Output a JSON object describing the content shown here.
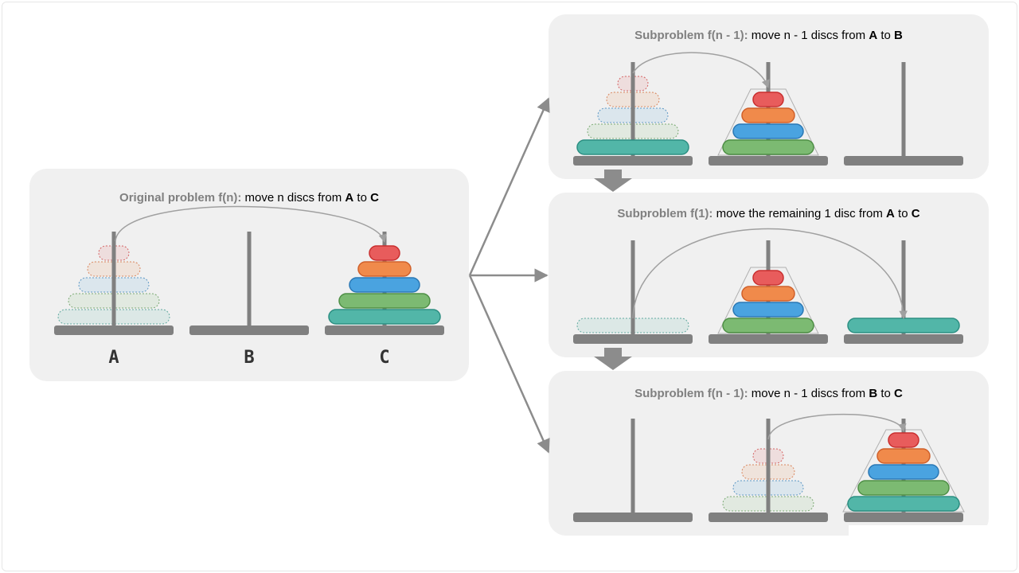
{
  "original": {
    "title_prefix": "Original problem f(n):",
    "title_text": " move n discs from ",
    "from": "A",
    "to_word": " to ",
    "to": "C",
    "pegs": [
      "A",
      "B",
      "C"
    ]
  },
  "subproblems": [
    {
      "prefix": "Subproblem f(n - 1):",
      "text": " move n - 1 discs from ",
      "from": "A",
      "to_word": " to ",
      "to": "B"
    },
    {
      "prefix": "Subproblem f(1):",
      "text": " move the remaining 1 disc from ",
      "from": "A",
      "to_word": " to ",
      "to": "C"
    },
    {
      "prefix": "Subproblem f(n - 1):",
      "text": " move n - 1 discs from ",
      "from": "B",
      "to_word": " to ",
      "to": "C"
    }
  ],
  "colors": {
    "panel": "#f0f0f0",
    "peg": "#808080",
    "arrow": "#8c8c8c",
    "disc_red": "#e85c5c",
    "disc_orange": "#f08a4b",
    "disc_blue": "#4aa3e0",
    "disc_green": "#7cba72",
    "disc_teal": "#52b6a8"
  }
}
